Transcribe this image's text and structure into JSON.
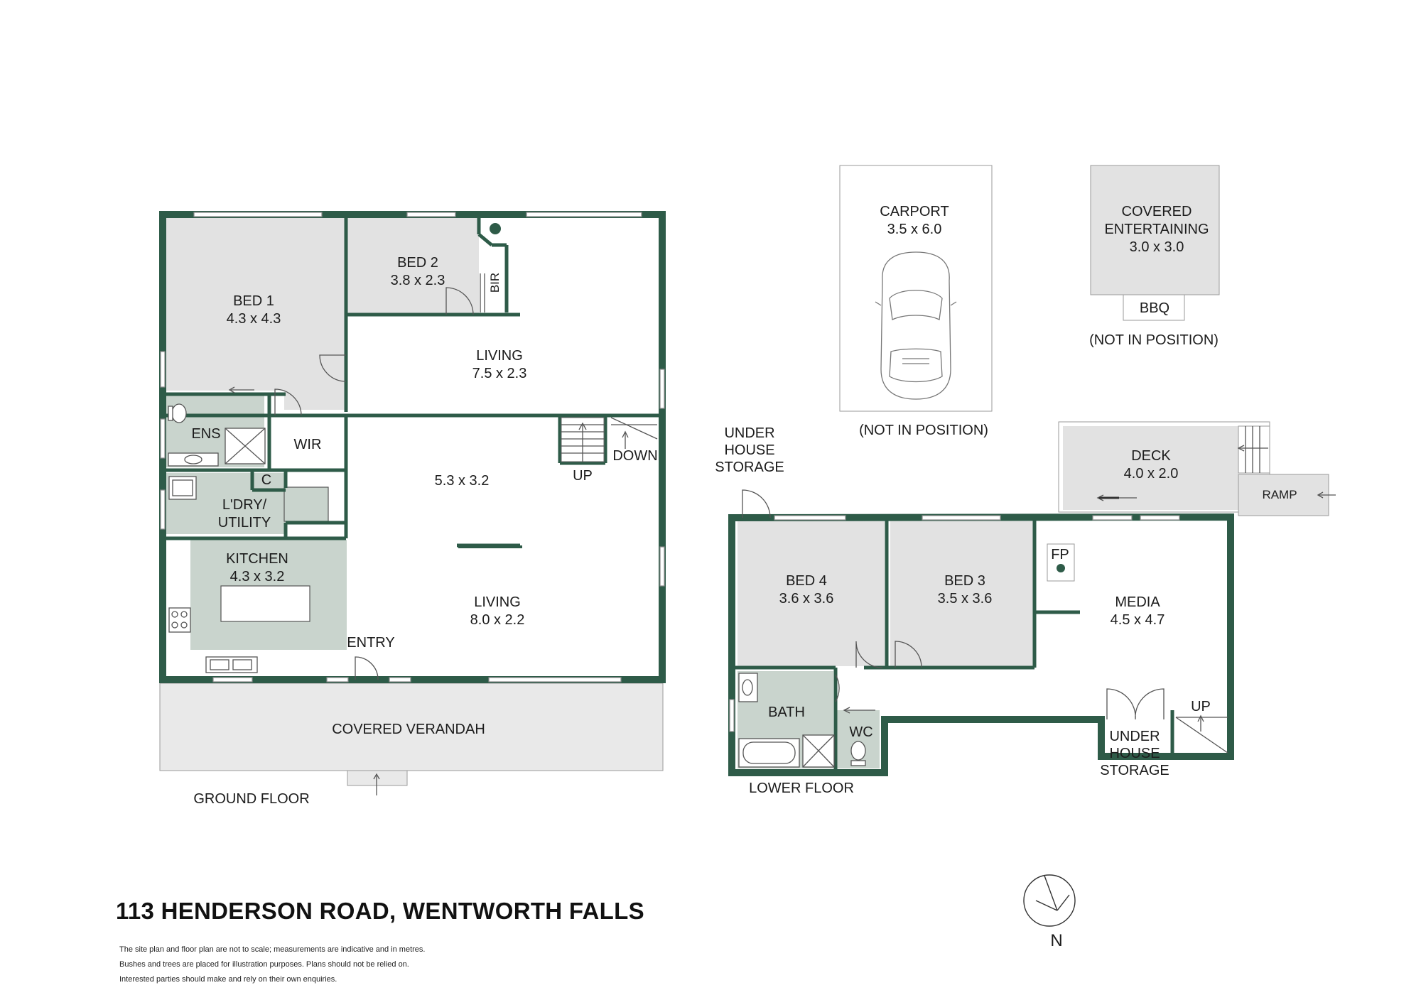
{
  "ground_floor": {
    "label": "GROUND FLOOR",
    "rooms": {
      "bed1": {
        "name": "BED 1",
        "dims": "4.3 x 4.3"
      },
      "bed2": {
        "name": "BED 2",
        "dims": "3.8 x 2.3"
      },
      "bir": "BIR",
      "living_upper": {
        "name": "LIVING",
        "dims": "7.5 x 2.3"
      },
      "ens": "ENS",
      "wir": "WIR",
      "c": "C",
      "laundry_line1": "L'DRY/",
      "laundry_line2": "UTILITY",
      "kitchen": {
        "name": "KITCHEN",
        "dims": "4.3 x 3.2"
      },
      "dining_dims": "5.3 x 3.2",
      "living_lower": {
        "name": "LIVING",
        "dims": "8.0 x 2.2"
      },
      "up": "UP",
      "down": "DOWN",
      "entry": "ENTRY",
      "verandah": "COVERED VERANDAH"
    }
  },
  "outbuildings": {
    "carport": {
      "name": "CARPORT",
      "dims": "3.5 x 6.0",
      "note": "(NOT IN POSITION)"
    },
    "covered_entertaining": {
      "line1": "COVERED",
      "line2": "ENTERTAINING",
      "dims": "3.0 x 3.0",
      "bbq": "BBQ",
      "note": "(NOT IN POSITION)"
    }
  },
  "lower_floor": {
    "label": "LOWER FLOOR",
    "rooms": {
      "under_storage_left": [
        "UNDER",
        "HOUSE",
        "STORAGE"
      ],
      "under_storage_right": [
        "UNDER",
        "HOUSE",
        "STORAGE"
      ],
      "deck": {
        "name": "DECK",
        "dims": "4.0 x 2.0"
      },
      "ramp": "RAMP",
      "bed4": {
        "name": "BED 4",
        "dims": "3.6 x 3.6"
      },
      "bed3": {
        "name": "BED 3",
        "dims": "3.5 x 3.6"
      },
      "fp": "FP",
      "media": {
        "name": "MEDIA",
        "dims": "4.5 x 4.7"
      },
      "bath": "BATH",
      "wc": "WC",
      "up": "UP"
    }
  },
  "compass": {
    "label": "N"
  },
  "address": "113 HENDERSON ROAD, WENTWORTH FALLS",
  "disclaimer": [
    "The site plan and floor plan are not to scale; measurements are indicative and in metres.",
    "Bushes and trees are placed for illustration purposes. Plans should not be relied on.",
    "Interested parties should make and rely on their own enquiries."
  ],
  "colors": {
    "wall": "#2e5b48",
    "room_gray": "#e2e2e2",
    "wet_area_green": "#c9d4cd",
    "text": "#1c1c1c"
  }
}
